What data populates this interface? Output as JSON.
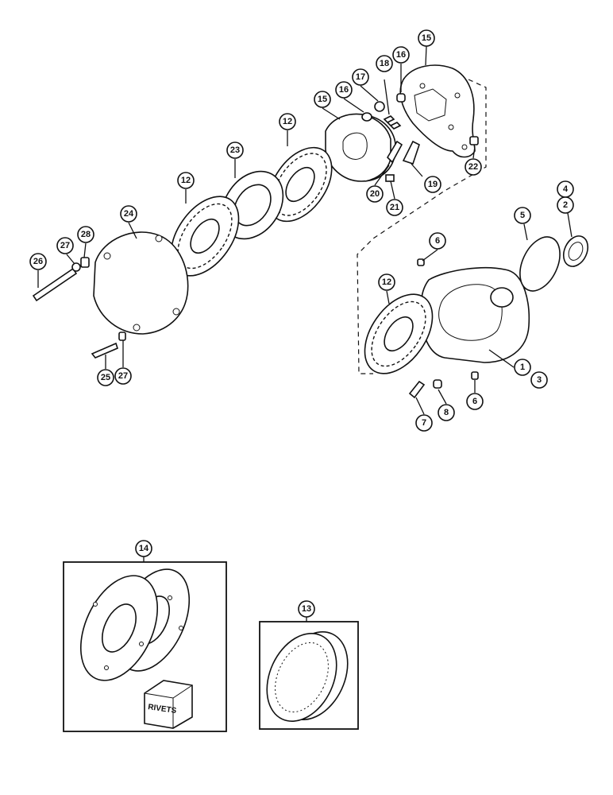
{
  "diagram": {
    "callouts": [
      {
        "id": "c15a",
        "label": "15"
      },
      {
        "id": "c16a",
        "label": "16"
      },
      {
        "id": "c17",
        "label": "17"
      },
      {
        "id": "c18",
        "label": "18"
      },
      {
        "id": "c16b",
        "label": "16"
      },
      {
        "id": "c15b",
        "label": "15"
      },
      {
        "id": "c12a",
        "label": "12"
      },
      {
        "id": "c23",
        "label": "23"
      },
      {
        "id": "c12b",
        "label": "12"
      },
      {
        "id": "c24",
        "label": "24"
      },
      {
        "id": "c20",
        "label": "20"
      },
      {
        "id": "c21",
        "label": "21"
      },
      {
        "id": "c19",
        "label": "19"
      },
      {
        "id": "c22",
        "label": "22"
      },
      {
        "id": "c4",
        "label": "4"
      },
      {
        "id": "c2",
        "label": "2"
      },
      {
        "id": "c5",
        "label": "5"
      },
      {
        "id": "c6a",
        "label": "6"
      },
      {
        "id": "c26",
        "label": "26"
      },
      {
        "id": "c27a",
        "label": "27"
      },
      {
        "id": "c28",
        "label": "28"
      },
      {
        "id": "c12c",
        "label": "12"
      },
      {
        "id": "c1",
        "label": "1"
      },
      {
        "id": "c3",
        "label": "3"
      },
      {
        "id": "c25",
        "label": "25"
      },
      {
        "id": "c27b",
        "label": "27"
      },
      {
        "id": "c6b",
        "label": "6"
      },
      {
        "id": "c7",
        "label": "7"
      },
      {
        "id": "c8",
        "label": "8"
      },
      {
        "id": "c14",
        "label": "14"
      },
      {
        "id": "c13",
        "label": "13"
      }
    ],
    "rivets_box_text": "RIVETS"
  }
}
